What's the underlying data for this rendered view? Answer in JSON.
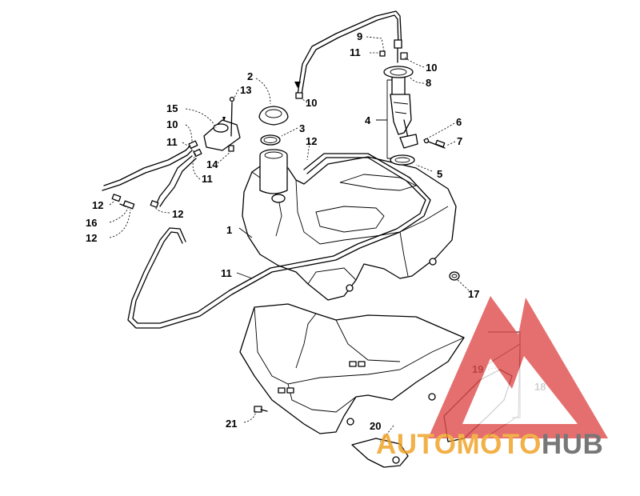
{
  "callouts": [
    {
      "id": "c1",
      "label": "1"
    },
    {
      "id": "c2",
      "label": "2"
    },
    {
      "id": "c3",
      "label": "3"
    },
    {
      "id": "c4",
      "label": "4"
    },
    {
      "id": "c5",
      "label": "5"
    },
    {
      "id": "c6",
      "label": "6"
    },
    {
      "id": "c7",
      "label": "7"
    },
    {
      "id": "c8",
      "label": "8"
    },
    {
      "id": "c9",
      "label": "9"
    },
    {
      "id": "c10a",
      "label": "10"
    },
    {
      "id": "c10b",
      "label": "10"
    },
    {
      "id": "c10c",
      "label": "10"
    },
    {
      "id": "c11a",
      "label": "11"
    },
    {
      "id": "c11b",
      "label": "11"
    },
    {
      "id": "c11c",
      "label": "11"
    },
    {
      "id": "c11d",
      "label": "11"
    },
    {
      "id": "c12a",
      "label": "12"
    },
    {
      "id": "c12b",
      "label": "12"
    },
    {
      "id": "c12c",
      "label": "12"
    },
    {
      "id": "c12d",
      "label": "12"
    },
    {
      "id": "c13",
      "label": "13"
    },
    {
      "id": "c14",
      "label": "14"
    },
    {
      "id": "c15",
      "label": "15"
    },
    {
      "id": "c16",
      "label": "16"
    },
    {
      "id": "c17",
      "label": "17"
    },
    {
      "id": "c18",
      "label": "18"
    },
    {
      "id": "c19",
      "label": "19"
    },
    {
      "id": "c20",
      "label": "20"
    },
    {
      "id": "c21",
      "label": "21"
    }
  ],
  "watermark": {
    "part1": "AUTO",
    "part2": "MOTO",
    "part3": "HUB",
    "color_red": "#e05050",
    "color_orange": "#f0a020",
    "color_gray": "#5a5a5a"
  }
}
